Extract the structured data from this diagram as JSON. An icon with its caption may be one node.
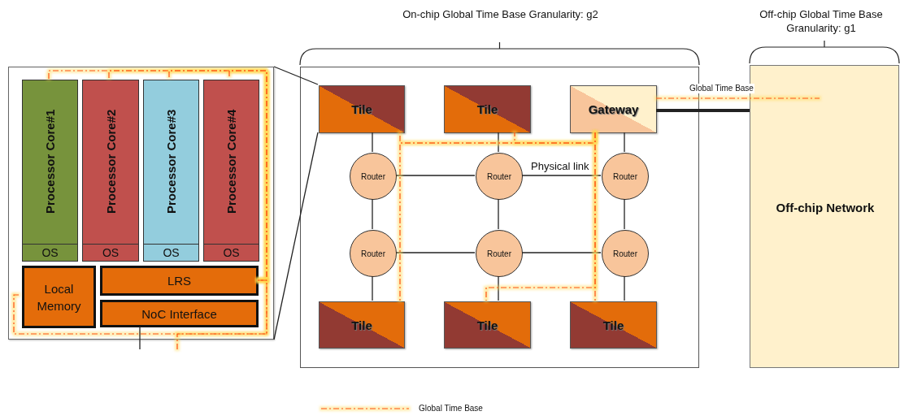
{
  "diagram": {
    "nodes": [
      {
        "text": [],
        "shape": "box"
      },
      {
        "text": [
          "Processor Core#1",
          "OS"
        ],
        "in": 0
      },
      {
        "text": [
          "Processor Core#2",
          "OS"
        ],
        "in": 0
      },
      {
        "text": [
          "Processor Core#3",
          "OS"
        ],
        "in": 0
      },
      {
        "text": [
          "Processor Core#4",
          "OS"
        ],
        "in": 0
      },
      {
        "text": [
          "Local Memory"
        ],
        "in": 0
      },
      {
        "text": [
          "LRS"
        ],
        "in": 0
      },
      {
        "text": [
          "NoC Interface"
        ],
        "in": 0
      },
      {
        "text": [
          "On-chip Global Time Base Granularity: g2"
        ]
      },
      {
        "text": [
          "Tile"
        ],
        "in": 8
      },
      {
        "text": [
          "Tile"
        ],
        "in": 8
      },
      {
        "text": [
          "Gateway"
        ],
        "in": 8
      },
      {
        "text": [
          "Router"
        ],
        "in": 8
      },
      {
        "text": [
          "Router"
        ],
        "in": 8
      },
      {
        "text": [
          "Router"
        ],
        "in": 8
      },
      {
        "text": [
          "Router"
        ],
        "in": 8
      },
      {
        "text": [
          "Router"
        ],
        "in": 8
      },
      {
        "text": [
          "Router"
        ],
        "in": 8
      },
      {
        "text": [
          "Tile"
        ],
        "in": 8
      },
      {
        "text": [
          "Tile"
        ],
        "in": 8
      },
      {
        "text": [
          "Tile"
        ],
        "in": 8
      },
      {
        "text": [
          "Off-chip Global Time Base Granularity: g1",
          "Off-chip Network"
        ]
      }
    ],
    "edges": [
      {
        "from": 0,
        "to": 9,
        "arrow": "none"
      },
      {
        "from": 0,
        "to": 9,
        "arrow": "none"
      },
      {
        "from": 6,
        "to": 1,
        "arrow": "none",
        "style": "dashed",
        "color": "#ff0000"
      },
      {
        "from": 6,
        "to": 2,
        "arrow": "none",
        "style": "dashed",
        "color": "#ff0000"
      },
      {
        "from": 6,
        "to": 3,
        "arrow": "none",
        "style": "dashed",
        "color": "#ff0000"
      },
      {
        "from": 6,
        "to": 4,
        "arrow": "none",
        "style": "dashed",
        "color": "#ff0000"
      },
      {
        "from": 6,
        "to": 5,
        "arrow": "none",
        "style": "dashed",
        "color": "#ff0000"
      },
      {
        "from": null,
        "to": 6,
        "arrow": "none",
        "style": "dashed",
        "color": "#ff0000"
      },
      {
        "from": 7,
        "to": null,
        "arrow": "none"
      },
      {
        "from": 9,
        "to": 12,
        "arrow": "none"
      },
      {
        "from": 10,
        "to": 13,
        "arrow": "none"
      },
      {
        "from": 11,
        "to": 14,
        "arrow": "none"
      },
      {
        "from": 12,
        "to": 13,
        "arrow": "none"
      },
      {
        "from": 13,
        "to": 14,
        "arrow": "none",
        "label": "Physical link"
      },
      {
        "from": 12,
        "to": 15,
        "arrow": "none"
      },
      {
        "from": 13,
        "to": 16,
        "arrow": "none"
      },
      {
        "from": 14,
        "to": 17,
        "arrow": "none"
      },
      {
        "from": 15,
        "to": 16,
        "arrow": "none"
      },
      {
        "from": 16,
        "to": 17,
        "arrow": "none"
      },
      {
        "from": 15,
        "to": 18,
        "arrow": "none"
      },
      {
        "from": 16,
        "to": 19,
        "arrow": "none"
      },
      {
        "from": 17,
        "to": 20,
        "arrow": "none"
      },
      {
        "from": 11,
        "to": 21,
        "arrow": "none",
        "style": "thick"
      },
      {
        "from": 11,
        "to": 21,
        "arrow": "none",
        "label": "Global Time Base",
        "style": "dashed",
        "color": "#ff0000"
      },
      {
        "from": 11,
        "to": 10,
        "arrow": "none",
        "style": "dashed",
        "color": "#ff0000"
      },
      {
        "from": 11,
        "to": 9,
        "arrow": "none",
        "style": "dashed",
        "color": "#ff0000"
      },
      {
        "from": 11,
        "to": 18,
        "arrow": "none",
        "style": "dashed",
        "color": "#ff0000"
      },
      {
        "from": 11,
        "to": 19,
        "arrow": "none",
        "style": "dashed",
        "color": "#ff0000"
      },
      {
        "from": 11,
        "to": 20,
        "arrow": "none",
        "style": "dashed",
        "color": "#ff0000"
      }
    ],
    "legend": [
      {
        "text": "Global Time Base"
      }
    ]
  }
}
